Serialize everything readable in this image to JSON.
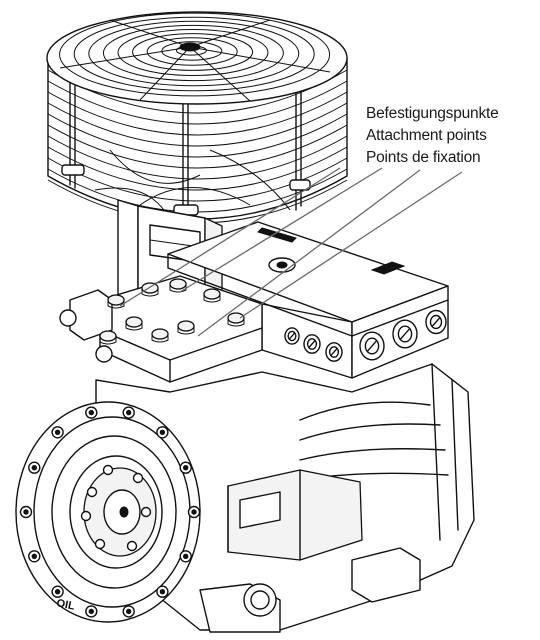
{
  "labels": {
    "de": "Befestigungspunkte",
    "en": "Attachment points",
    "fr": "Points de fixation"
  },
  "marking": {
    "oil": "OIL"
  },
  "colors": {
    "line": "#111111",
    "leader": "#6a6a6a",
    "background": "#ffffff"
  }
}
